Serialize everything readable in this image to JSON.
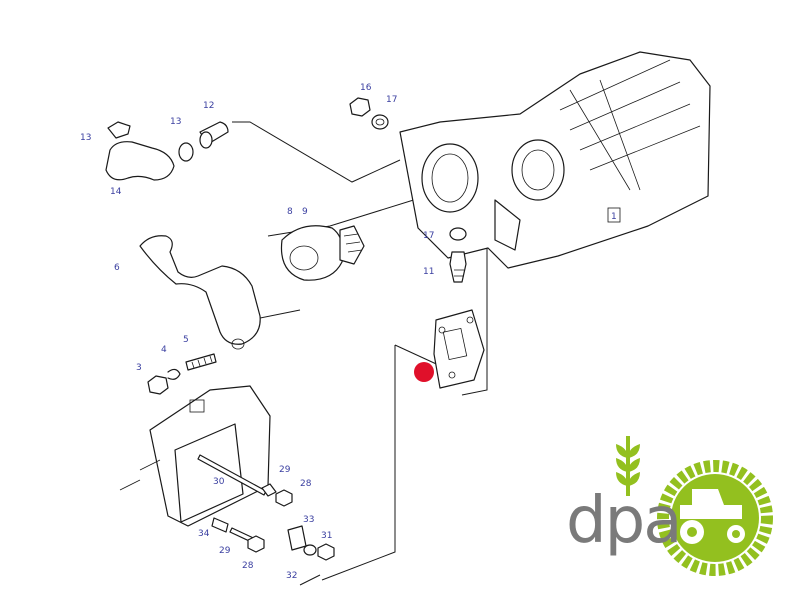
{
  "callouts": [
    {
      "id": "c13a",
      "text": "13"
    },
    {
      "id": "c13b",
      "text": "13"
    },
    {
      "id": "c12",
      "text": "12"
    },
    {
      "id": "c14",
      "text": "14"
    },
    {
      "id": "c16",
      "text": "16"
    },
    {
      "id": "c17a",
      "text": "17"
    },
    {
      "id": "c8",
      "text": "8"
    },
    {
      "id": "c9",
      "text": "9"
    },
    {
      "id": "c17b",
      "text": "17"
    },
    {
      "id": "c11",
      "text": "11"
    },
    {
      "id": "c1",
      "text": "1"
    },
    {
      "id": "c6",
      "text": "6"
    },
    {
      "id": "c4",
      "text": "4"
    },
    {
      "id": "c5",
      "text": "5"
    },
    {
      "id": "c3",
      "text": "3"
    },
    {
      "id": "c29a",
      "text": "29"
    },
    {
      "id": "c28a",
      "text": "28"
    },
    {
      "id": "c30",
      "text": "30"
    },
    {
      "id": "c33",
      "text": "33"
    },
    {
      "id": "c34",
      "text": "34"
    },
    {
      "id": "c31",
      "text": "31"
    },
    {
      "id": "c29b",
      "text": "29"
    },
    {
      "id": "c28b",
      "text": "28"
    },
    {
      "id": "c32",
      "text": "32"
    }
  ],
  "logo": {
    "text": "dpa",
    "green": "#93c01f",
    "gray": "#7a7a7a"
  },
  "highlight": {
    "color": "#e0102a"
  }
}
